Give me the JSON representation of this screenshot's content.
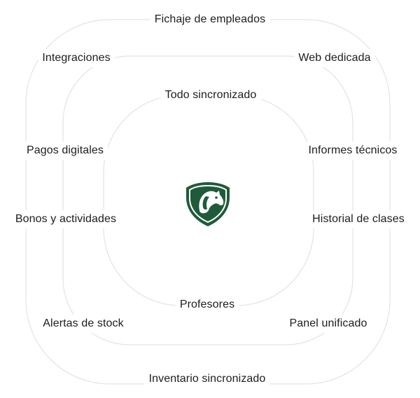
{
  "diagram": {
    "colors": {
      "ring": "#e3e3e3",
      "logo_green": "#1f5b3a",
      "text": "#1d1d1d"
    },
    "center_logo": {
      "icon": "horse-shield-logo"
    },
    "features": {
      "f1": "Fichaje de empleados",
      "f2": "Integraciones",
      "f3": "Web dedicada",
      "f4": "Todo sincronizado",
      "f5": "Pagos digitales",
      "f6": "Informes técnicos",
      "f7": "Bonos y actividades",
      "f8": "Historial de clases",
      "f9": "Profesores",
      "f10": "Alertas de stock",
      "f11": "Panel unificado",
      "f12": "Inventario sincronizado"
    }
  }
}
